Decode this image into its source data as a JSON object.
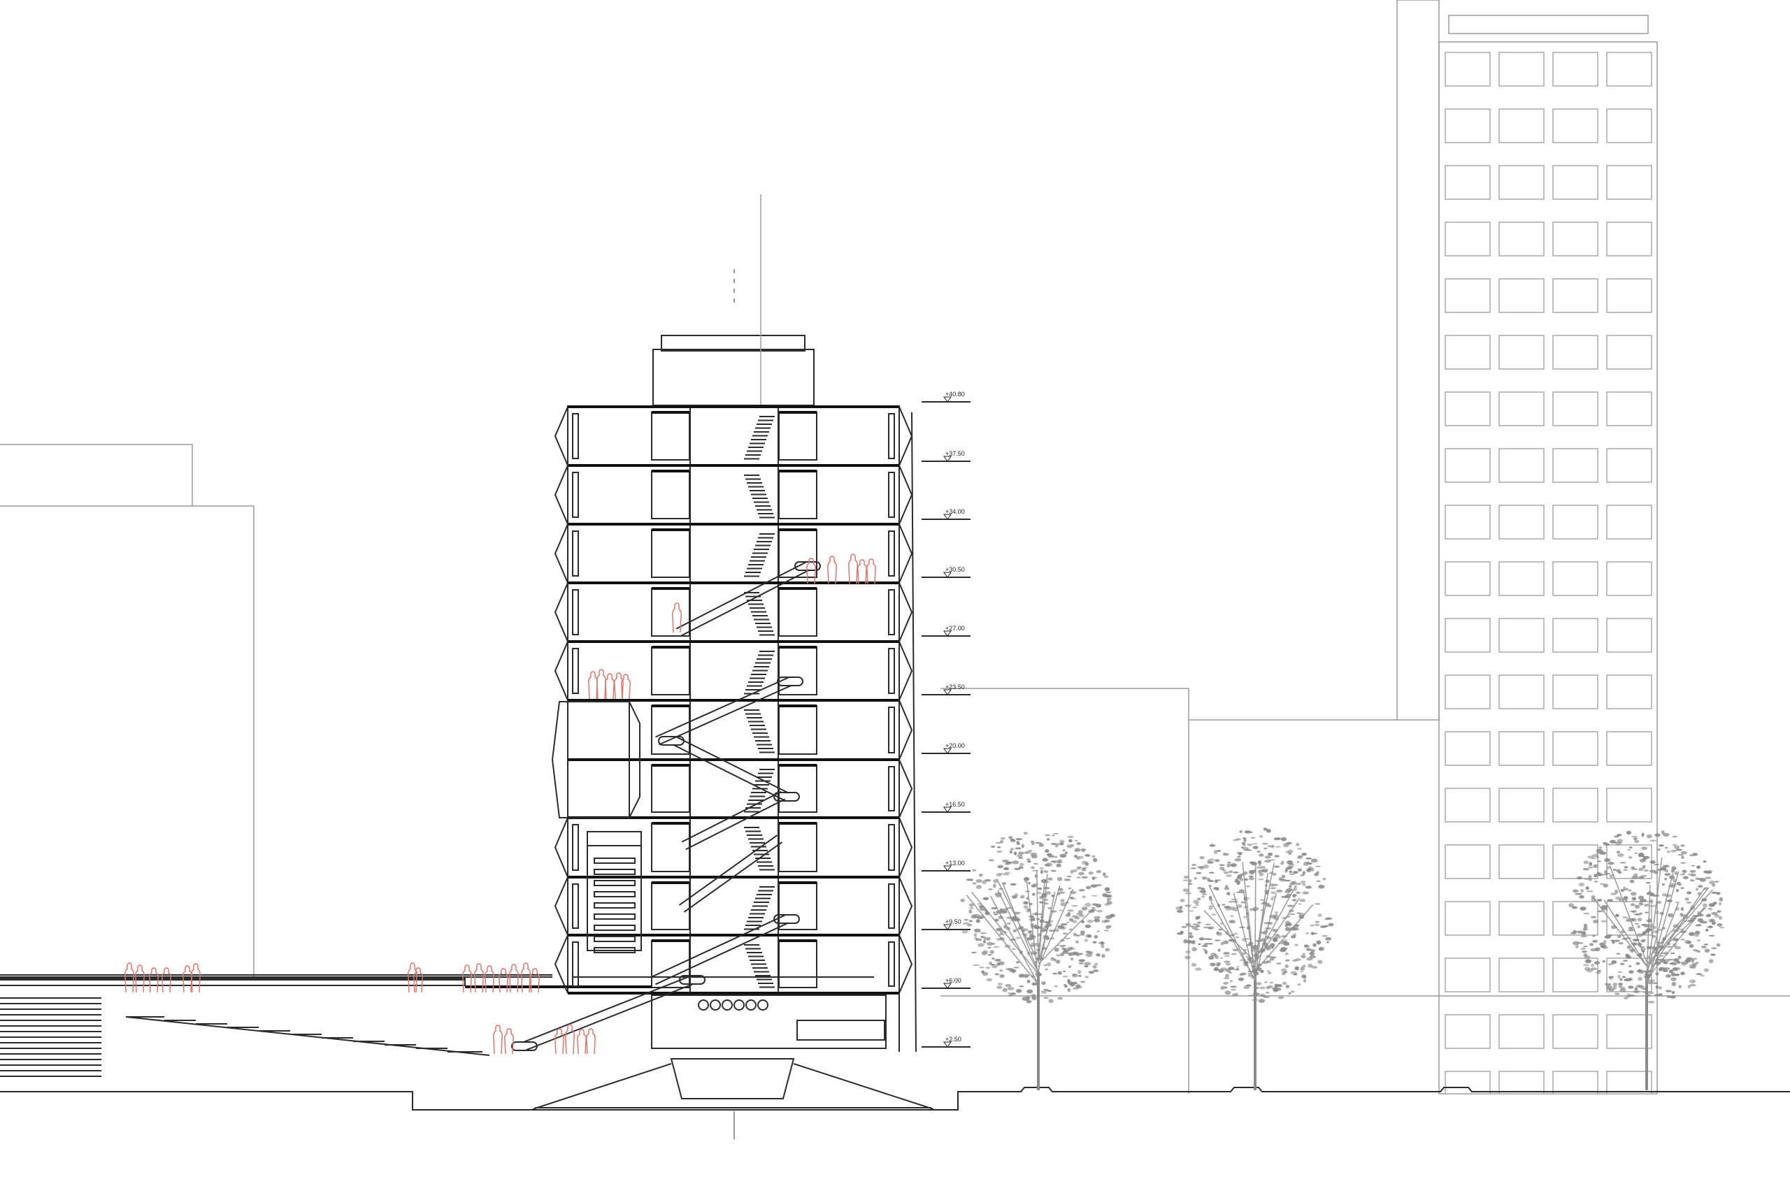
{
  "drawing": {
    "type": "architectural-section",
    "colors": {
      "line": "#2b2b2b",
      "context": "#9a9a9a",
      "people": "#e0766e",
      "tree": "#8a8a8a"
    }
  },
  "levels": [
    "+40.80",
    "+37.50",
    "+34.00",
    "+30.50",
    "+27.00",
    "+23.50",
    "+20.00",
    "+16.50",
    "+13.00",
    "+9.50",
    "+6.00",
    "+2.50"
  ]
}
